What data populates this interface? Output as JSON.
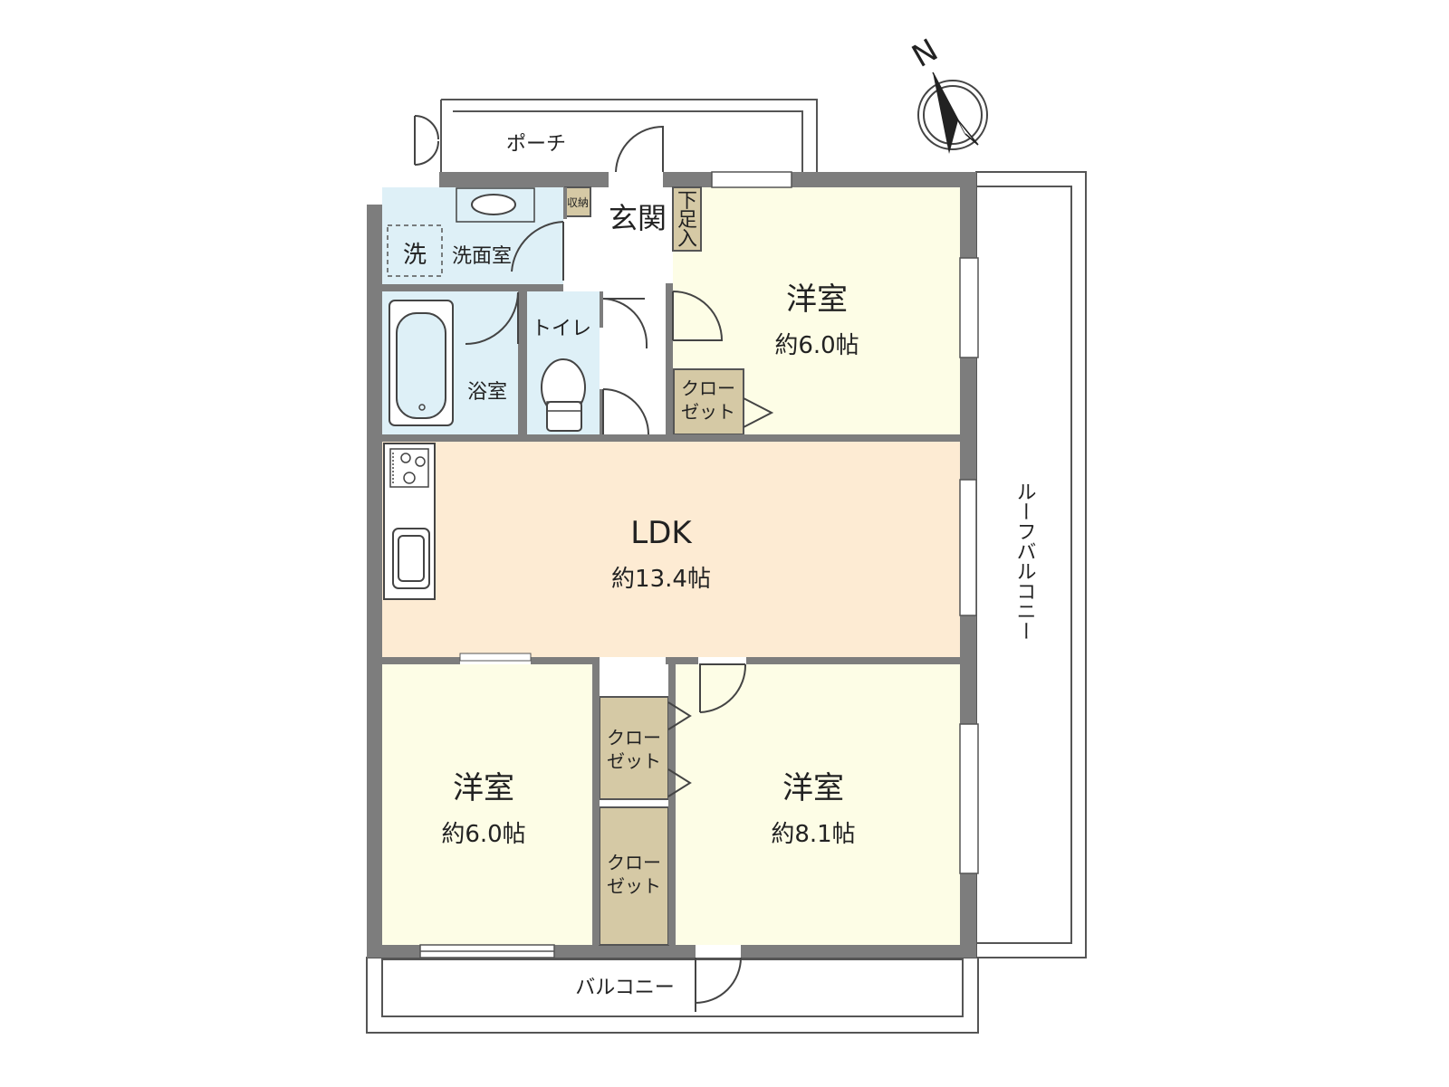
{
  "compass": {
    "north_label": "N"
  },
  "rooms": {
    "porch": "ポーチ",
    "genkan": "玄関",
    "shoe_box": "下足入",
    "storage": "収納",
    "washroom": "洗面室",
    "washer": "洗",
    "toilet": "トイレ",
    "bath": "浴室",
    "western1": {
      "name": "洋室",
      "size": "約6.0帖"
    },
    "ldk": {
      "name": "LDK",
      "size": "約13.4帖"
    },
    "western2": {
      "name": "洋室",
      "size": "約6.0帖"
    },
    "western3": {
      "name": "洋室",
      "size": "約8.1帖"
    },
    "closet_line1": "クロー",
    "closet_line2": "ゼット",
    "roof_balcony": "ルーフバルコニー",
    "balcony": "バルコニー"
  },
  "colors": {
    "wall": "#7d7d7d",
    "western": "#fdfde6",
    "ldk": "#fdebd3",
    "wet": "#def0f7",
    "closet": "#d5c9a5"
  }
}
